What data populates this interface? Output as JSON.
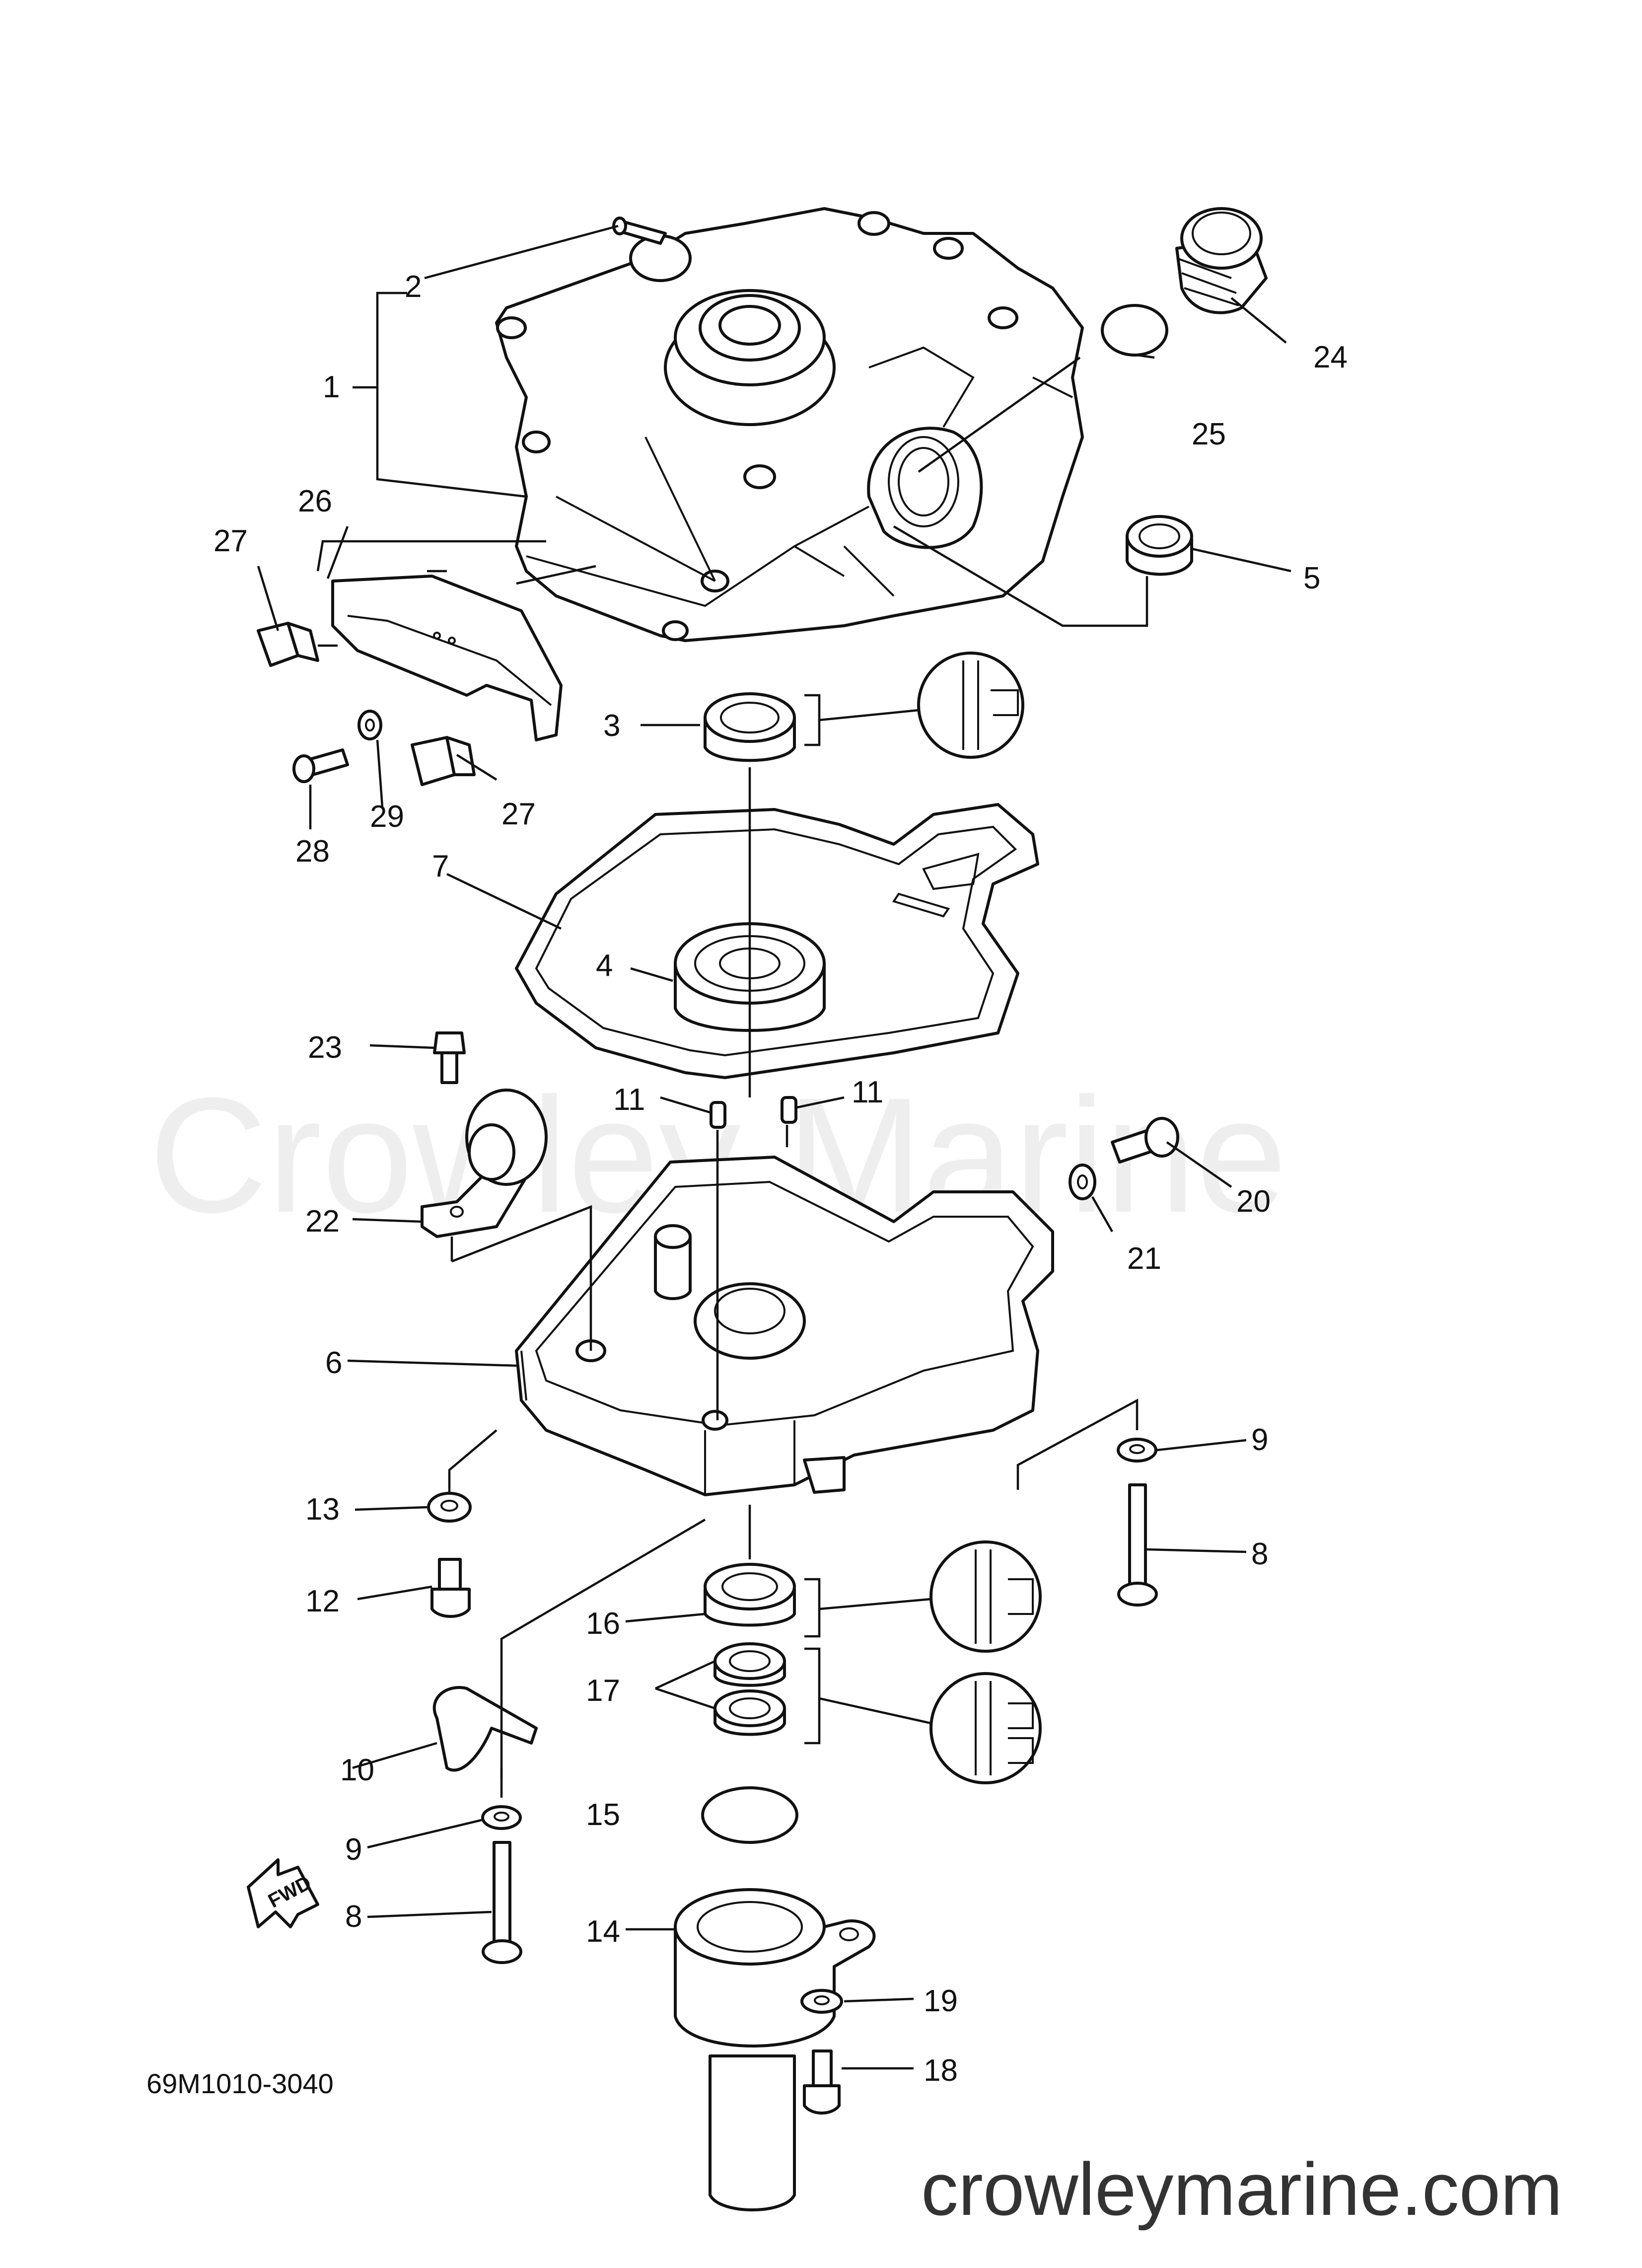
{
  "watermark": "Crowley Marine",
  "drawing_code": "69M1010-3040",
  "direction_label": "FWD",
  "website": "crowleymarine.com",
  "callouts": {
    "c1": "1",
    "c2": "2",
    "c3": "3",
    "c4": "4",
    "c5": "5",
    "c6": "6",
    "c7": "7",
    "c8a": "8",
    "c8b": "8",
    "c9a": "9",
    "c9b": "9",
    "c10": "10",
    "c11a": "11",
    "c11b": "11",
    "c12": "12",
    "c13": "13",
    "c14": "14",
    "c15": "15",
    "c16": "16",
    "c17": "17",
    "c18": "18",
    "c19": "19",
    "c20": "20",
    "c21": "21",
    "c22": "22",
    "c23": "23",
    "c24": "24",
    "c25": "25",
    "c26": "26",
    "c27a": "27",
    "c27b": "27",
    "c28": "28",
    "c29": "29"
  }
}
